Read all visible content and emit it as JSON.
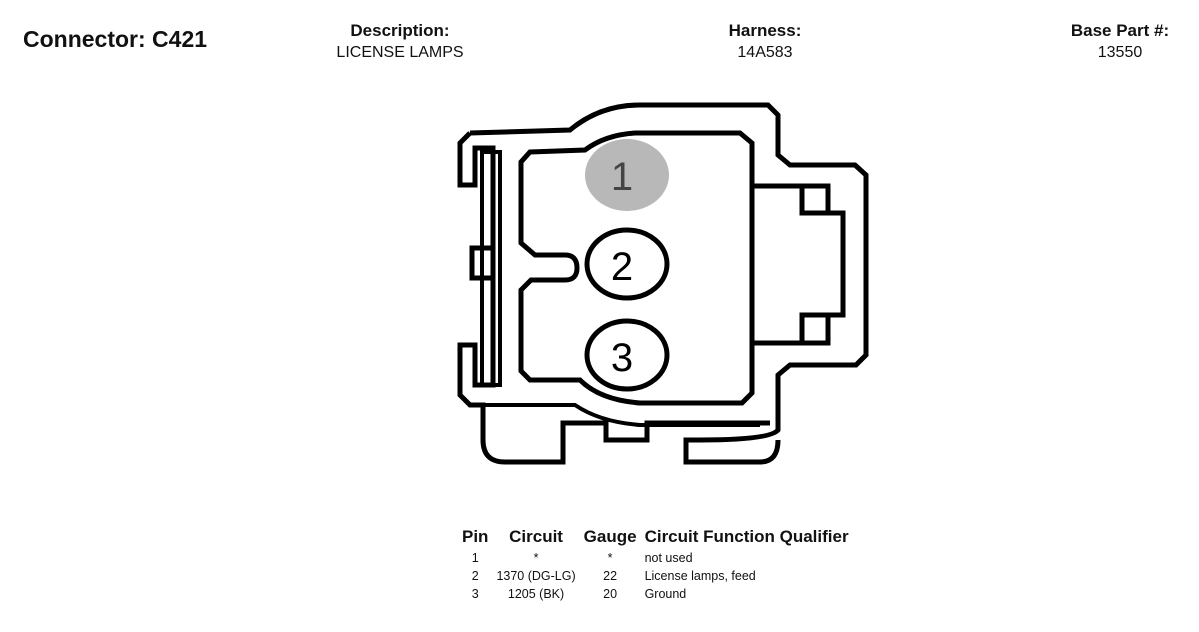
{
  "header": {
    "connector_label": "Connector: C421",
    "description_label": "Description:",
    "description_value": "LICENSE LAMPS",
    "harness_label": "Harness:",
    "harness_value": "14A583",
    "base_part_label": "Base Part #:",
    "base_part_value": "13550"
  },
  "diagram": {
    "pins": [
      {
        "number": "1",
        "state": "not-used",
        "fill": "#b8b8b8"
      },
      {
        "number": "2",
        "state": "used",
        "fill": "#ffffff"
      },
      {
        "number": "3",
        "state": "used",
        "fill": "#ffffff"
      }
    ],
    "outline_color": "#000000"
  },
  "pin_table": {
    "headers": [
      "Pin",
      "Circuit",
      "Gauge",
      "Circuit Function Qualifier"
    ],
    "rows": [
      {
        "pin": "1",
        "circuit": "*",
        "gauge": "*",
        "function": "not used"
      },
      {
        "pin": "2",
        "circuit": "1370 (DG-LG)",
        "gauge": "22",
        "function": "License lamps, feed"
      },
      {
        "pin": "3",
        "circuit": "1205 (BK)",
        "gauge": "20",
        "function": "Ground"
      }
    ]
  }
}
